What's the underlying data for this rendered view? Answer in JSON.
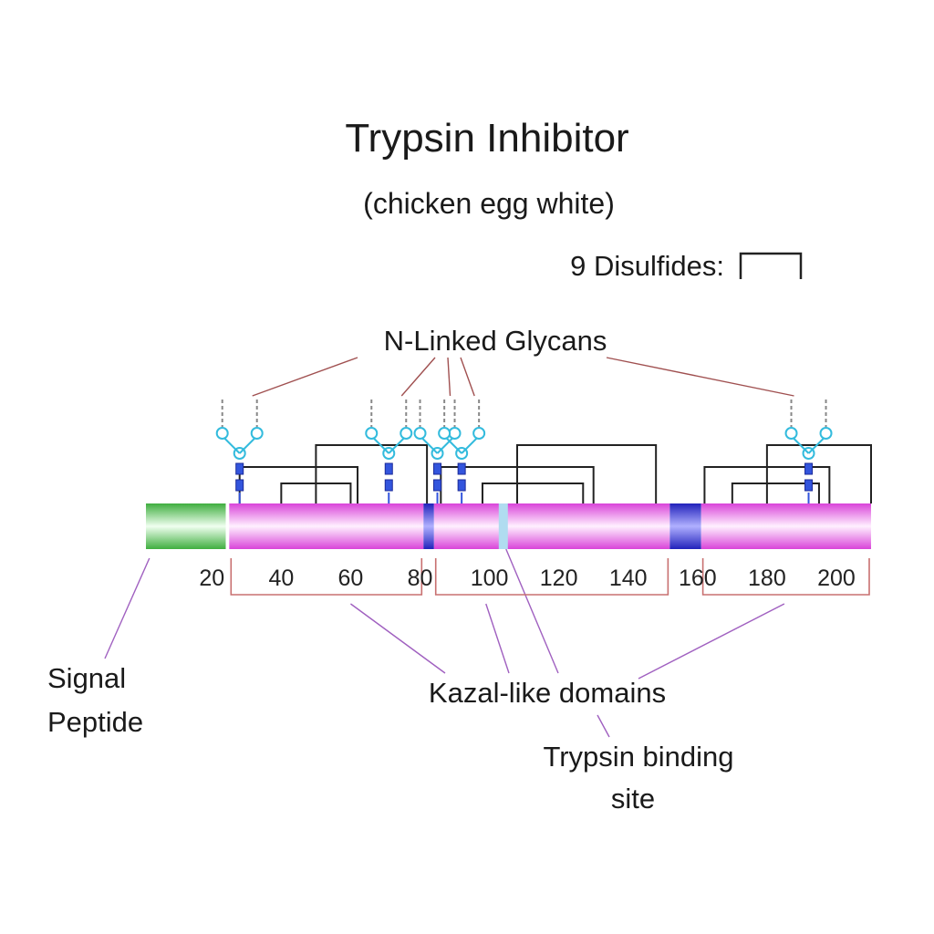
{
  "title": "Trypsin Inhibitor",
  "subtitle": "(chicken egg white)",
  "legend": {
    "disulfides_label": "9 Disulfides:"
  },
  "labels": {
    "glycans": "N-Linked Glycans",
    "signal_line1": "Signal",
    "signal_line2": "Peptide",
    "kazal": "Kazal-like domains",
    "binding_line1": "Trypsin binding",
    "binding_line2": "site"
  },
  "axis": {
    "ticks": [
      {
        "value": 20,
        "label": "20"
      },
      {
        "value": 40,
        "label": "40"
      },
      {
        "value": 60,
        "label": "60"
      },
      {
        "value": 80,
        "label": "80"
      },
      {
        "value": 100,
        "label": "100"
      },
      {
        "value": 120,
        "label": "120"
      },
      {
        "value": 140,
        "label": "140"
      },
      {
        "value": 160,
        "label": "160"
      },
      {
        "value": 180,
        "label": "180"
      },
      {
        "value": 200,
        "label": "200"
      }
    ]
  },
  "protein": {
    "start": 1,
    "end": 210,
    "signal_peptide": {
      "start": 1,
      "end": 24
    },
    "linkers": [
      {
        "start": 81,
        "end": 84
      },
      {
        "start": 152,
        "end": 161
      }
    ],
    "kazal_domains": [
      {
        "start": 25,
        "end": 81
      },
      {
        "start": 84,
        "end": 152
      },
      {
        "start": 161,
        "end": 210
      }
    ],
    "binding_sites": [
      {
        "position": 104
      }
    ],
    "glycan_sites": [
      {
        "position": 28,
        "antennae": 2
      },
      {
        "position": 71,
        "antennae": 2
      },
      {
        "position": 85,
        "antennae": 2
      },
      {
        "position": 92,
        "antennae": 2
      },
      {
        "position": 192,
        "antennae": 2
      }
    ],
    "disulfides": [
      {
        "from": 28,
        "to": 62
      },
      {
        "from": 40,
        "to": 60
      },
      {
        "from": 50,
        "to": 82
      },
      {
        "from": 86,
        "to": 130
      },
      {
        "from": 98,
        "to": 127
      },
      {
        "from": 108,
        "to": 148
      },
      {
        "from": 162,
        "to": 198
      },
      {
        "from": 170,
        "to": 195
      },
      {
        "from": 180,
        "to": 210
      }
    ]
  },
  "colors": {
    "signal": "#5cc75c",
    "domain": "#e85ce8",
    "linker": "#3333cc",
    "binding": "#b0dcf0",
    "glycan": "#33bbdd",
    "core": "#3355dd",
    "disulfide": "#222222",
    "bracket": "#c87070",
    "glycan_leader": "#a05050",
    "purple_leader": "#a060c0"
  }
}
